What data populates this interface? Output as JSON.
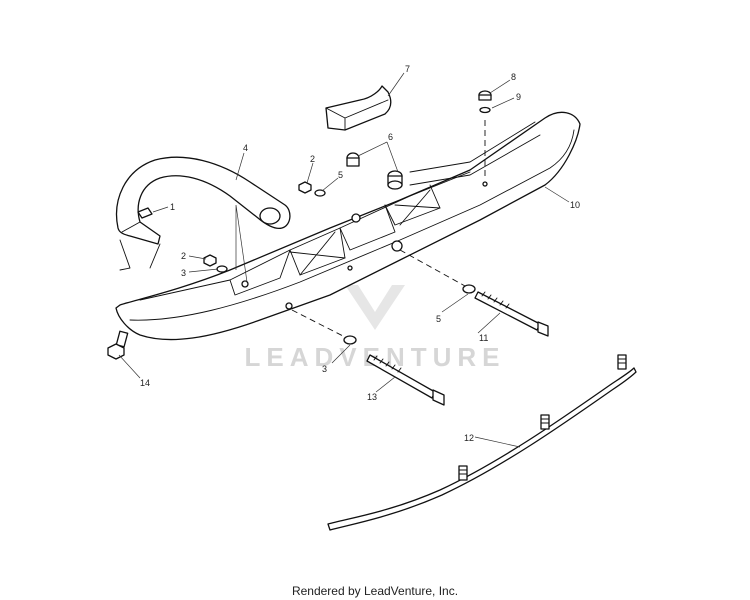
{
  "diagram": {
    "callouts": {
      "c1": "1",
      "c2a": "2",
      "c2b": "2",
      "c3a": "3",
      "c3b": "3",
      "c4": "4",
      "c5a": "5",
      "c5b": "5",
      "c6": "6",
      "c7": "7",
      "c8": "8",
      "c9": "9",
      "c10": "10",
      "c11": "11",
      "c12": "12",
      "c13": "13",
      "c14": "14"
    },
    "watermark": "LEADVENTURE"
  },
  "footer": {
    "text": "Rendered by LeadVenture, Inc."
  }
}
